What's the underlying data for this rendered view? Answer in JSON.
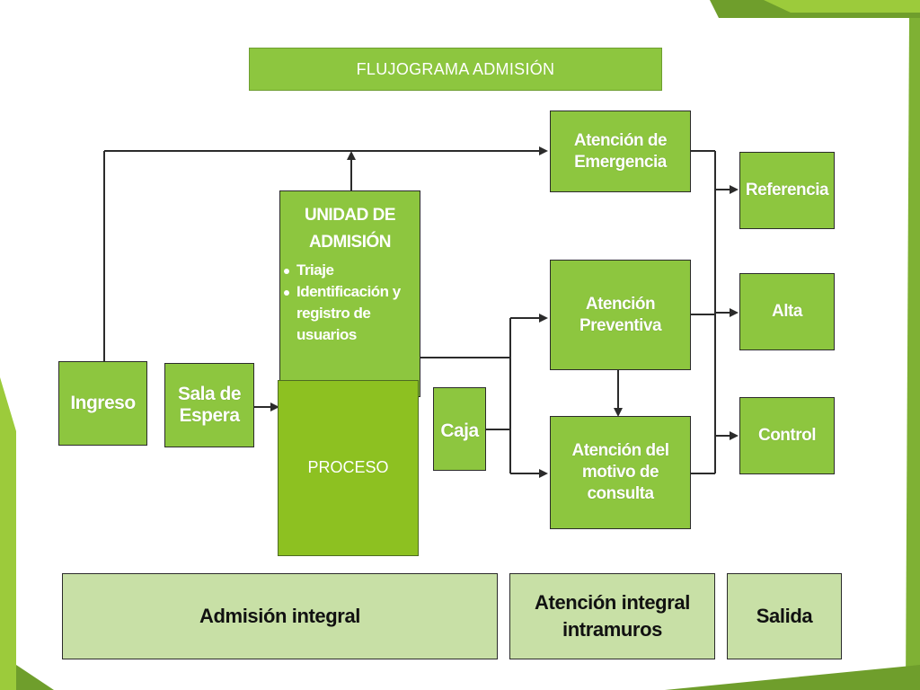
{
  "title": "FLUJOGRAMA ADMISIÓN",
  "colors": {
    "box_green": "#8dc63f",
    "proceso_green": "#8dc121",
    "footer_green": "#c8e0a6",
    "line": "#2b2b2b",
    "deco_green_dark": "#6f9e2c",
    "deco_green_light": "#9ccb3b"
  },
  "boxes": {
    "ingreso": "Ingreso",
    "sala_espera": [
      "Sala de",
      "Espera"
    ],
    "caja": "Caja",
    "emergencia": [
      "Atención de",
      "Emergencia"
    ],
    "preventiva": [
      "Atención",
      "Preventiva"
    ],
    "motivo": [
      "Atención del",
      "motivo de",
      "consulta"
    ],
    "referencia": "Referencia",
    "alta": "Alta",
    "control": "Control"
  },
  "unidad": {
    "title": [
      "UNIDAD DE",
      "ADMISIÓN"
    ],
    "items": [
      "Triaje",
      "Identificación y",
      "registro de",
      "usuarios"
    ]
  },
  "proceso": "PROCESO",
  "footer": {
    "admision": "Admisión integral",
    "atencion": [
      "Atención integral",
      "intramuros"
    ],
    "salida": "Salida"
  }
}
